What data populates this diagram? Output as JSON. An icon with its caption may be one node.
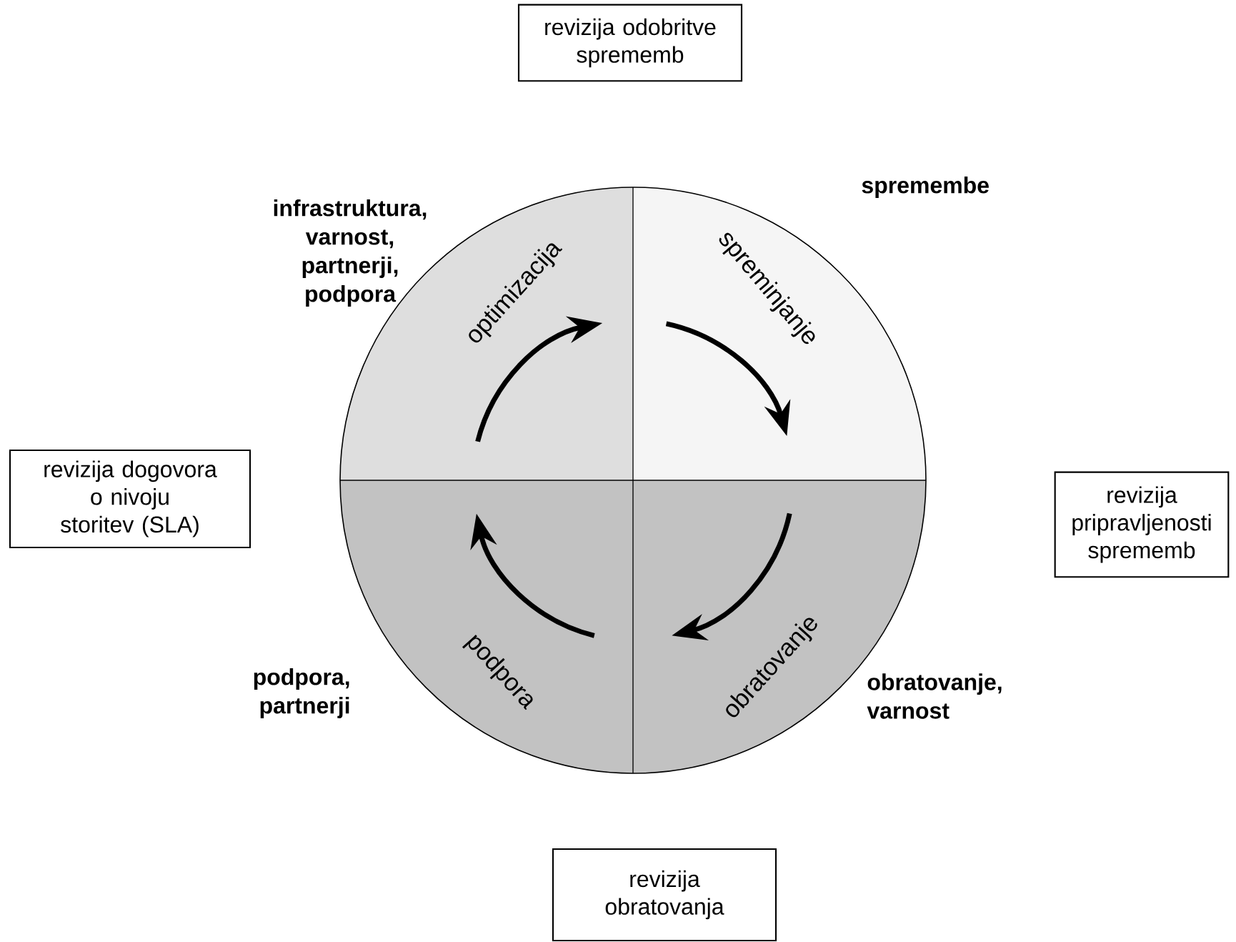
{
  "diagram": {
    "nodes": [
      {
        "text": [
          "revizija odobritve sprememb"
        ]
      },
      {
        "text": [
          "revizija dogovora o nivoju storitev (SLA)"
        ]
      },
      {
        "text": [
          "revizija pripravljenosti sprememb"
        ]
      },
      {
        "text": [
          "revizija obratovanja"
        ]
      }
    ],
    "labels": [
      "infrastruktura, varnost, partnerji, podpora",
      "spremembe",
      "optimizacija",
      "spreminjanje",
      "podpora",
      "obratovanje",
      "podpora, partnerji",
      "obratovanje, varnost"
    ]
  }
}
